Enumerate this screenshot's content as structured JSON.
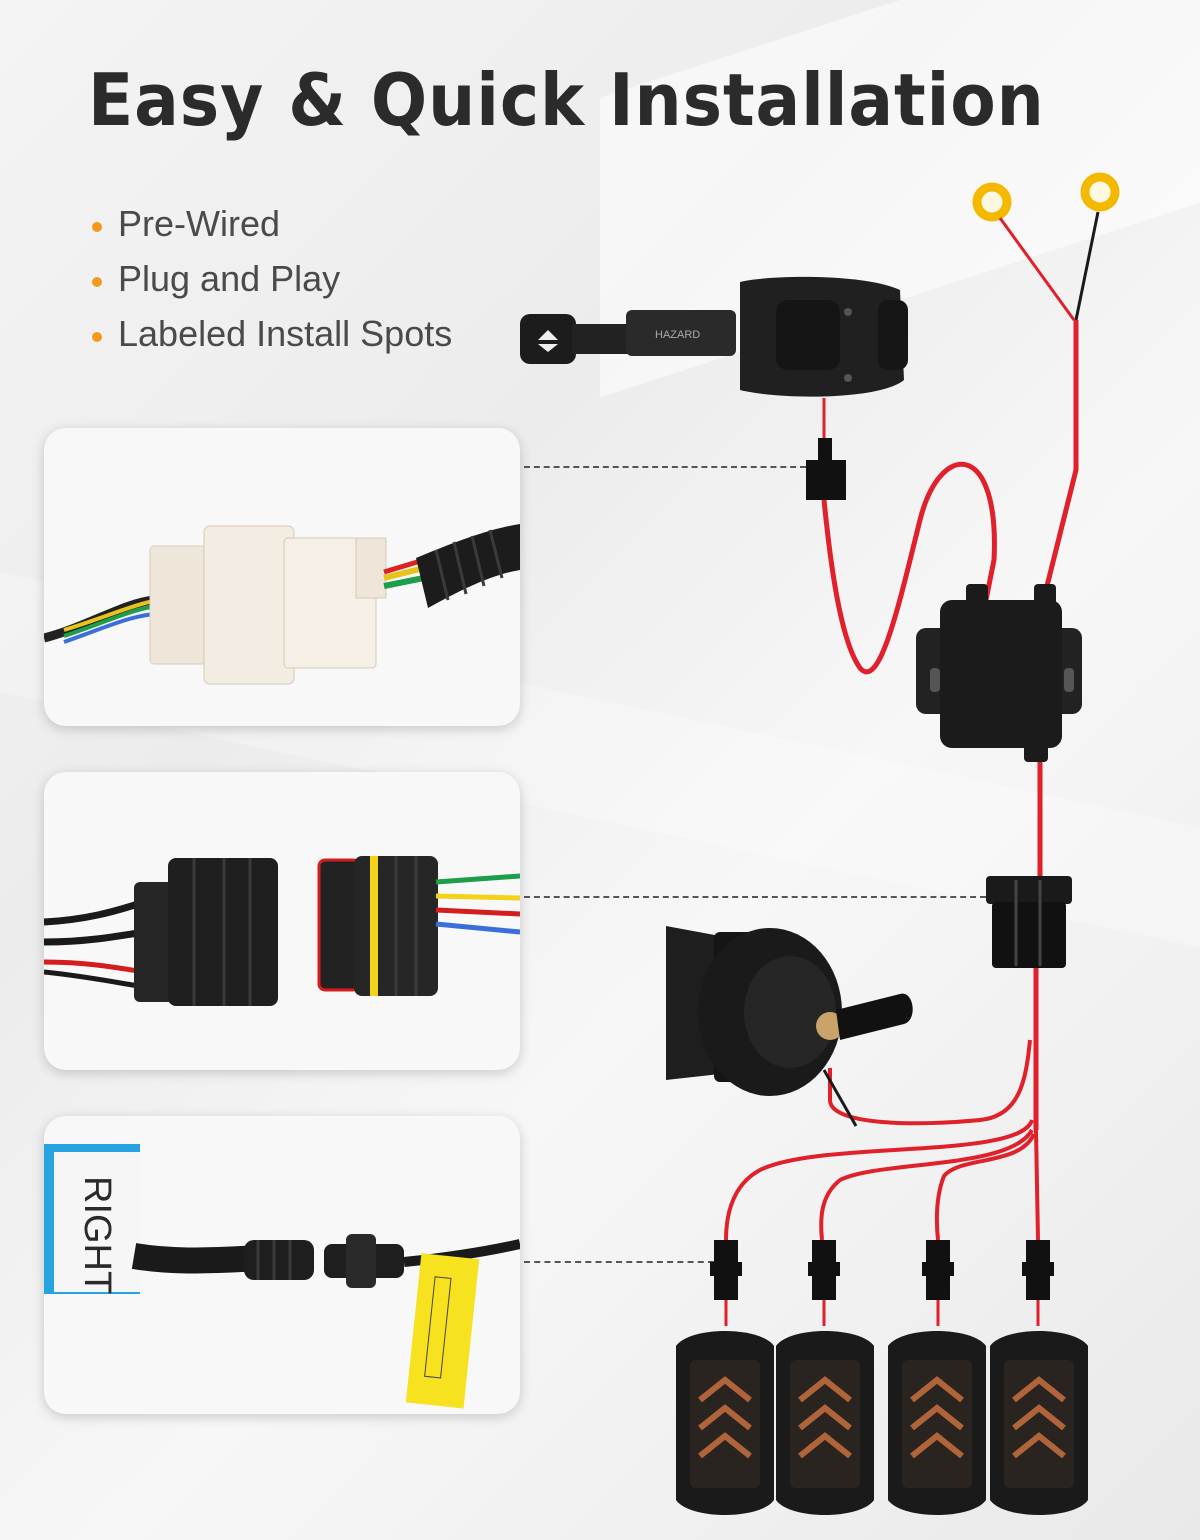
{
  "title": "Easy & Quick Installation",
  "features": [
    {
      "label": "Pre-Wired"
    },
    {
      "label": "Plug and Play"
    },
    {
      "label": "Labeled Install Spots"
    }
  ],
  "details": {
    "right_tag": "RIGHT",
    "switch_label": "HAZARD"
  },
  "colors": {
    "bullet": "#f39a1e",
    "wire": "#e0202a",
    "title": "#2b2b2b",
    "ring": "#f5b800"
  }
}
